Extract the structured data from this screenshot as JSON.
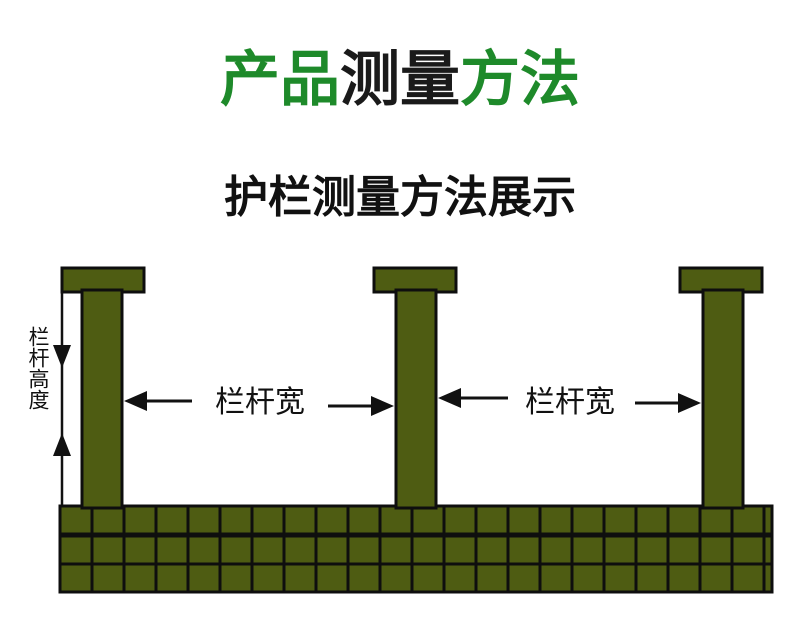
{
  "title": {
    "part1": "产品",
    "part2": "测量",
    "part3": "方法",
    "green": "#1e8a2a",
    "dark": "#1a1a1a"
  },
  "subtitle": "护栏测量方法展示",
  "labels": {
    "width_left": "栏杆宽",
    "width_right": "栏杆宽",
    "height": "栏杆高度"
  },
  "colors": {
    "olive": "#4e5c12",
    "olive_dark": "#3a4408",
    "outline": "#0e0e0e"
  }
}
